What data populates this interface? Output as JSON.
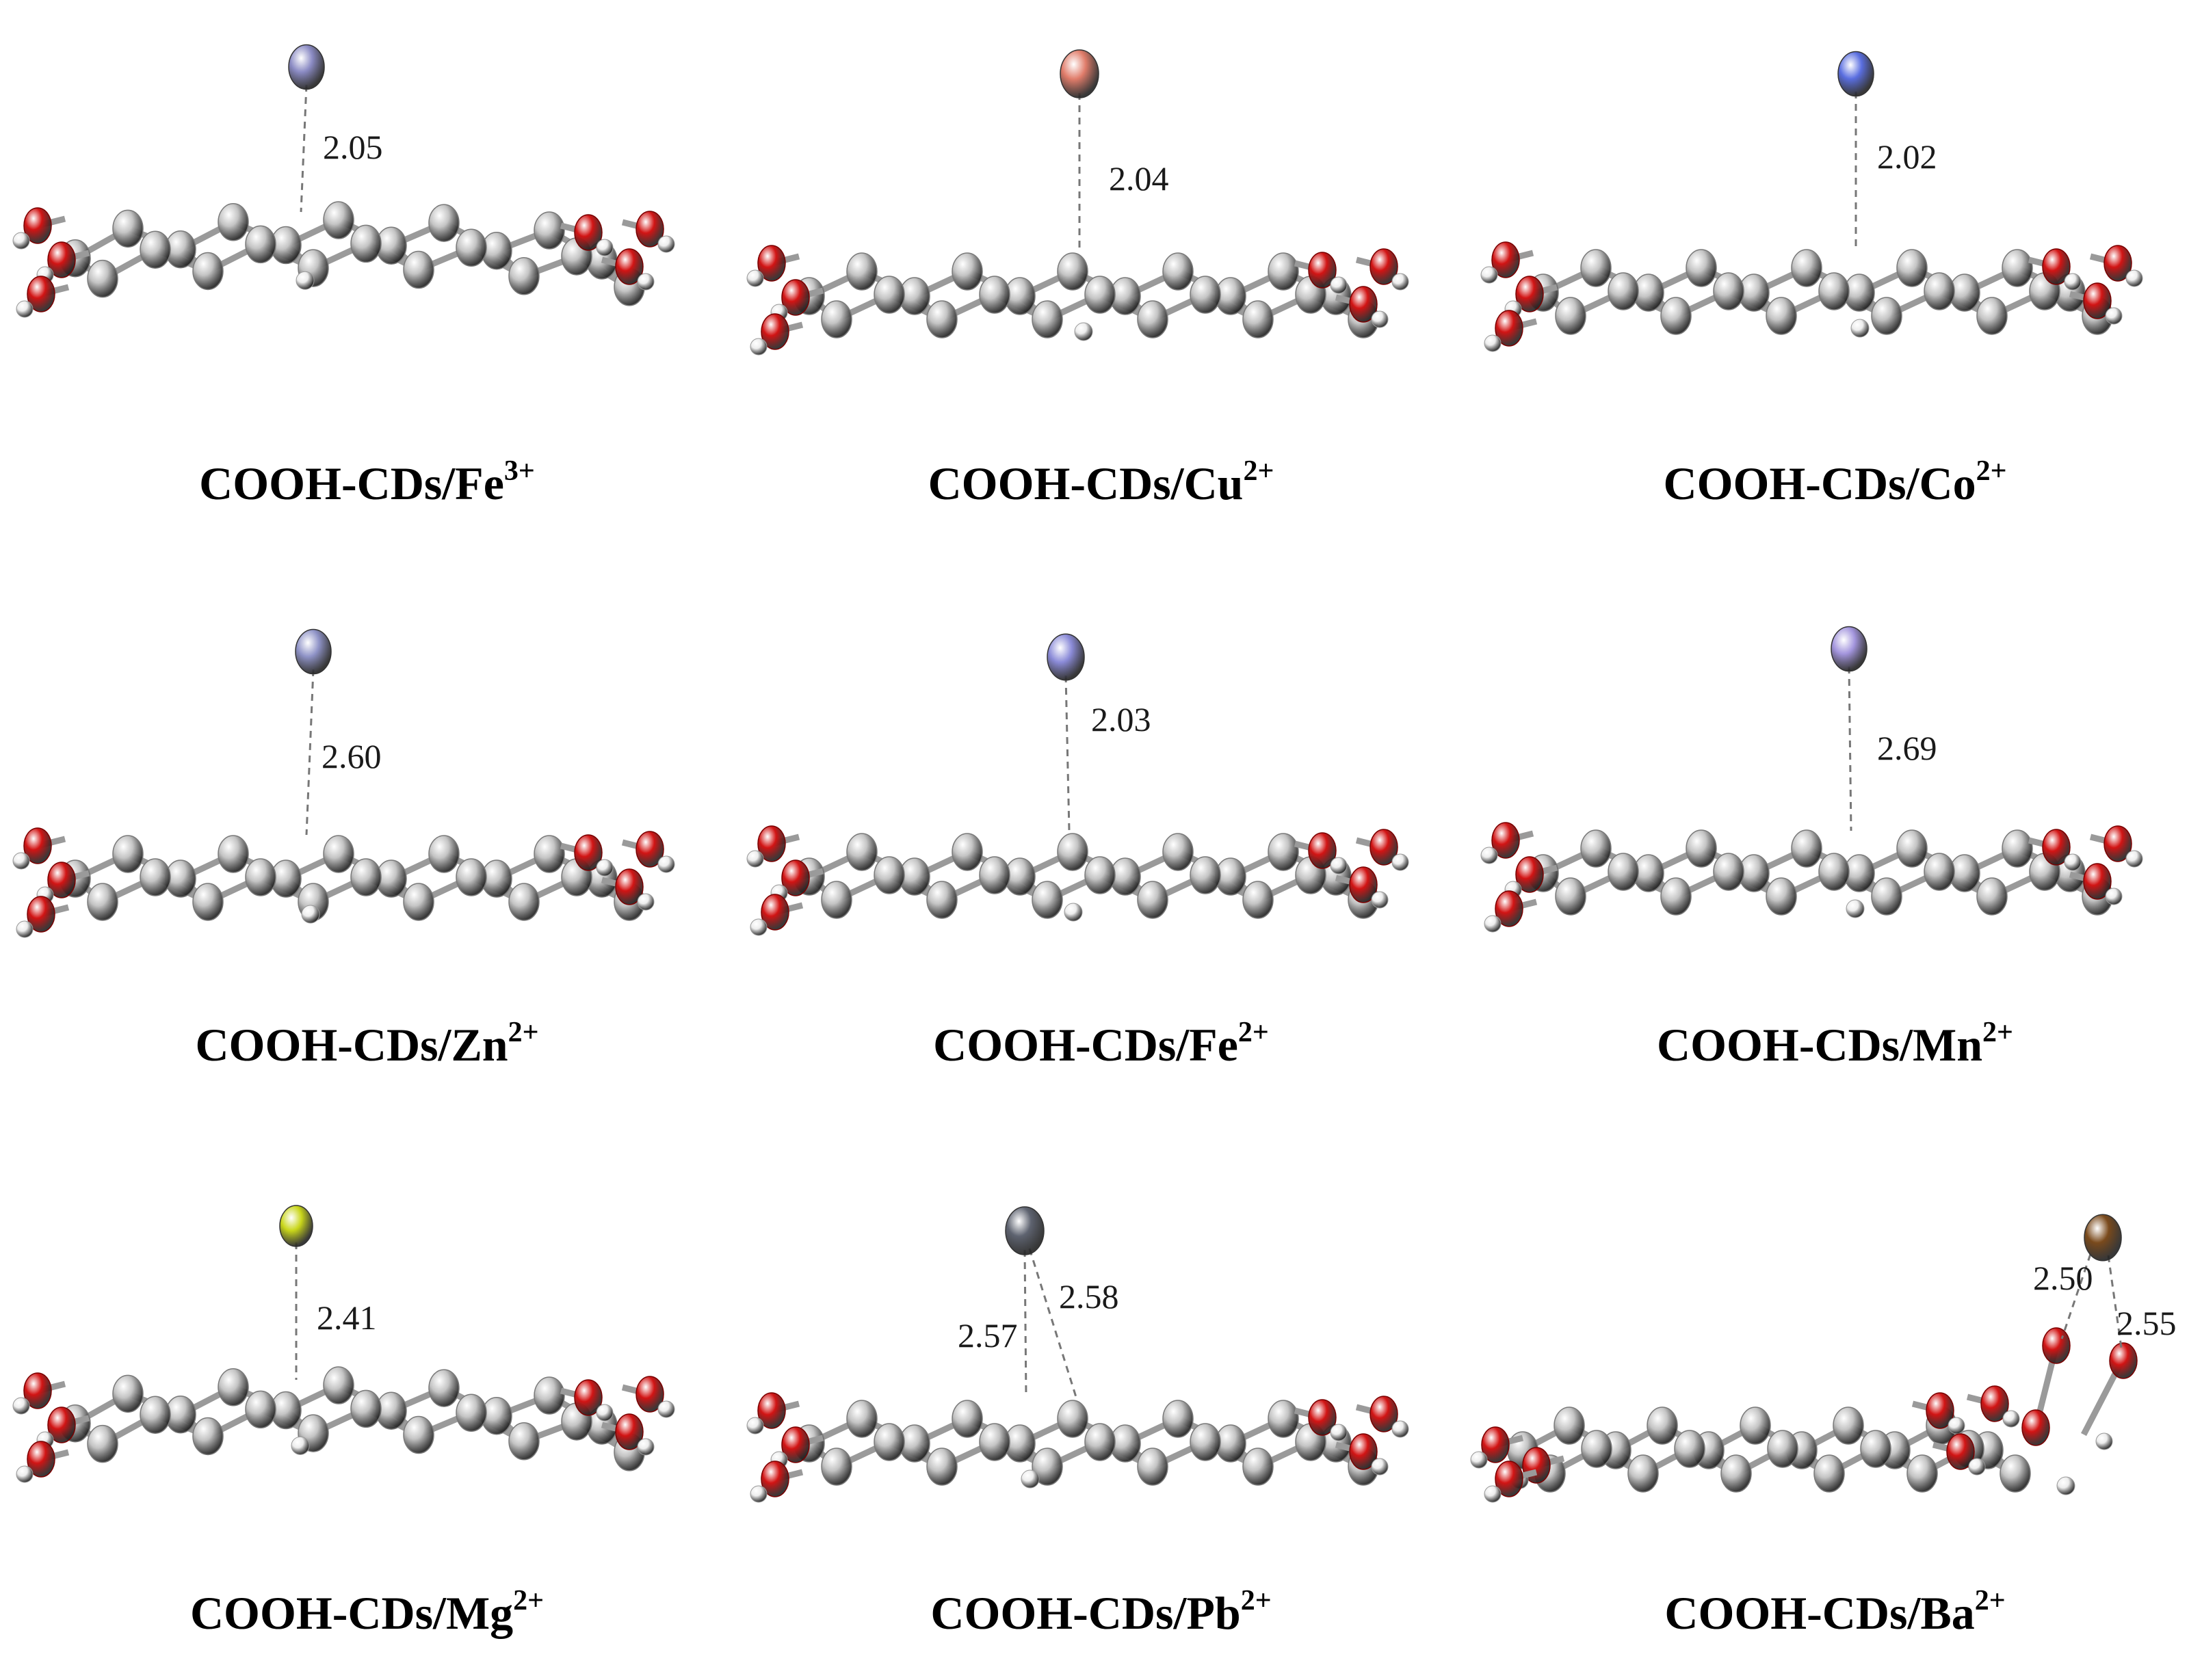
{
  "panels": [
    {
      "label": "COOH-CDs/Fe",
      "charge": "3+",
      "ion_color": "#8b8bc4",
      "distances": [
        "2.05"
      ]
    },
    {
      "label": "COOH-CDs/Cu",
      "charge": "2+",
      "ion_color": "#e07c6a",
      "distances": [
        "2.04"
      ]
    },
    {
      "label": "COOH-CDs/Co",
      "charge": "2+",
      "ion_color": "#5a6ee0",
      "distances": [
        "2.02"
      ]
    },
    {
      "label": "COOH-CDs/Zn",
      "charge": "2+",
      "ion_color": "#8f93c7",
      "distances": [
        "2.60"
      ]
    },
    {
      "label": "COOH-CDs/Fe",
      "charge": "2+",
      "ion_color": "#8b8bd8",
      "distances": [
        "2.03"
      ]
    },
    {
      "label": "COOH-CDs/Mn",
      "charge": "2+",
      "ion_color": "#a395dd",
      "distances": [
        "2.69"
      ]
    },
    {
      "label": "COOH-CDs/Mg",
      "charge": "2+",
      "ion_color": "#c9d61a",
      "distances": [
        "2.41"
      ]
    },
    {
      "label": "COOH-CDs/Pb",
      "charge": "2+",
      "ion_color": "#5e6370",
      "distances": [
        "2.57",
        "2.58"
      ]
    },
    {
      "label": "COOH-CDs/Ba",
      "charge": "2+",
      "ion_color": "#7a4a1c",
      "distances": [
        "2.50",
        "2.55"
      ]
    }
  ],
  "atom_colors": {
    "carbon": "#c4c4c4",
    "oxygen": "#d21414",
    "hydrogen": "#ededed"
  }
}
